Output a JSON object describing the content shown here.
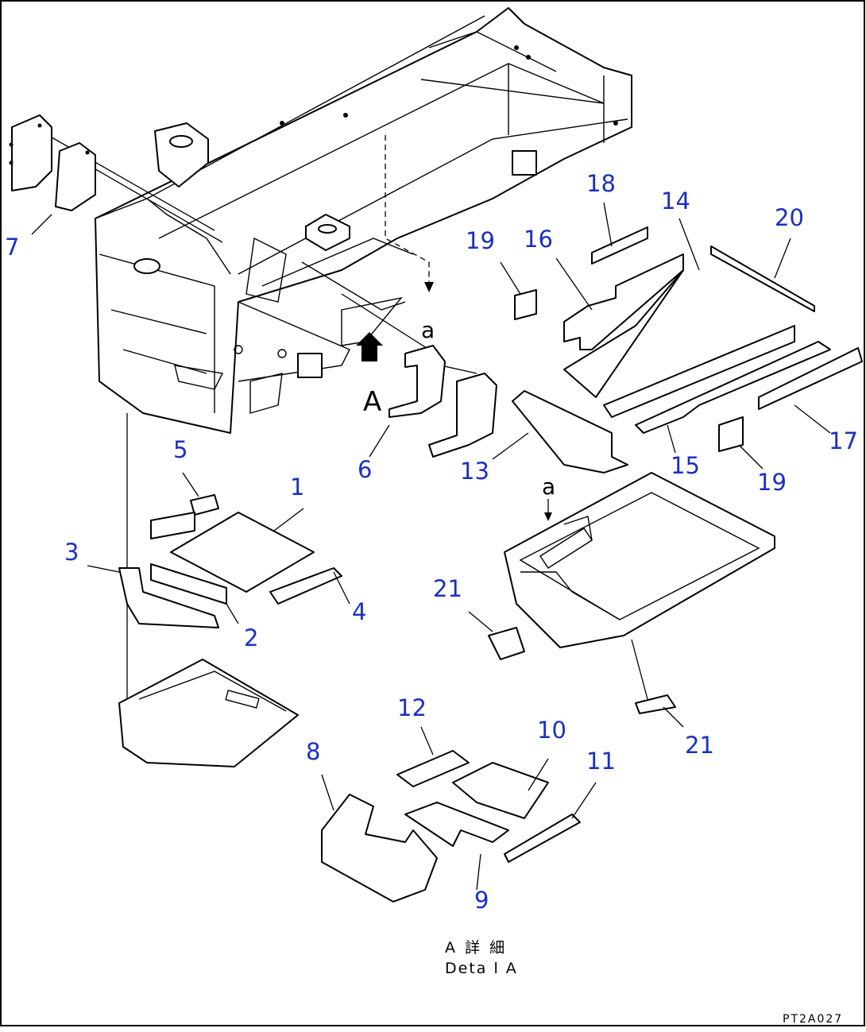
{
  "callouts": [
    "1",
    "2",
    "3",
    "4",
    "5",
    "6",
    "7",
    "8",
    "9",
    "10",
    "11",
    "12",
    "13",
    "14",
    "15",
    "16",
    "17",
    "18",
    "19",
    "19",
    "20",
    "21",
    "21"
  ],
  "detail_letter": "A",
  "section_mark_top": "a",
  "section_mark_lower": "a",
  "caption_jp": "A 詳 細",
  "caption_en": "Deta l A",
  "drawing_code": "PT2A027",
  "colors": {
    "callout": "#1a2fc4",
    "line": "#000000",
    "background": "#ffffff"
  }
}
